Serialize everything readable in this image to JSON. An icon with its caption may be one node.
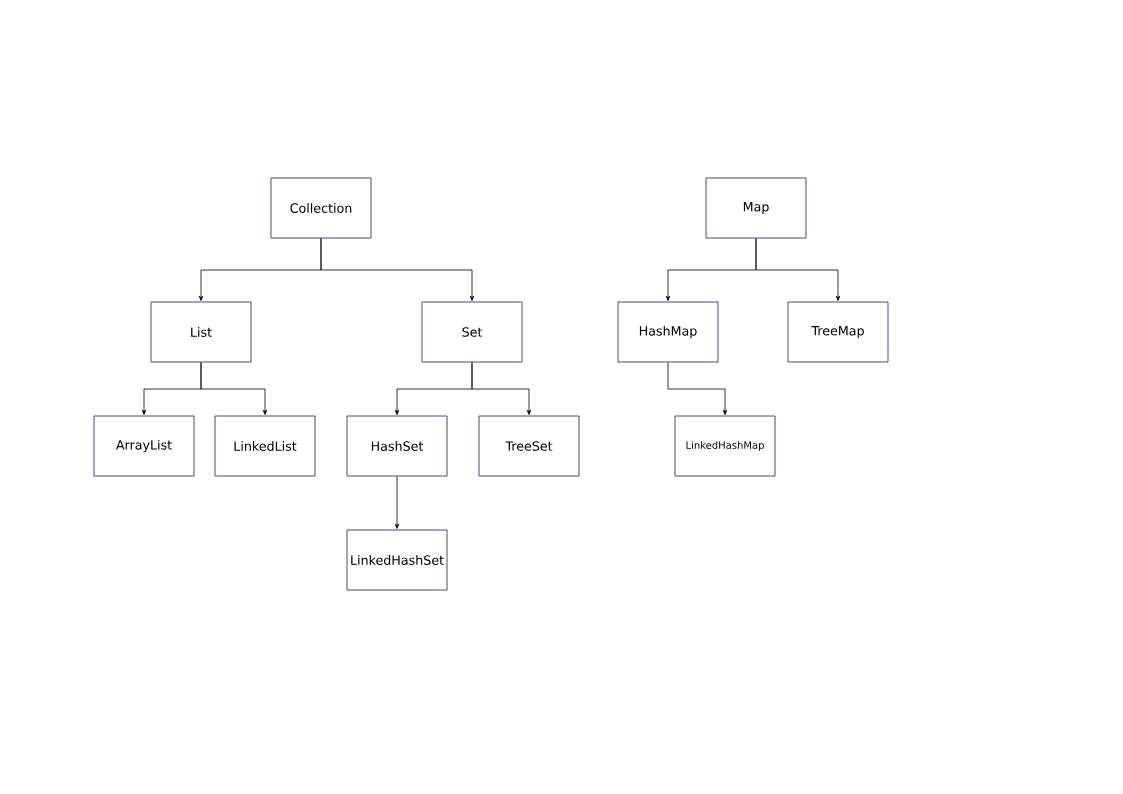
{
  "diagram": {
    "nodes": [
      {
        "text": [
          "Collection"
        ]
      },
      {
        "text": [
          "List"
        ]
      },
      {
        "text": [
          "Set"
        ]
      },
      {
        "text": [
          "ArrayList"
        ]
      },
      {
        "text": [
          "LinkedList"
        ]
      },
      {
        "text": [
          "HashSet"
        ]
      },
      {
        "text": [
          "TreeSet"
        ]
      },
      {
        "text": [
          "LinkedHashSet"
        ]
      },
      {
        "text": [
          "Map"
        ]
      },
      {
        "text": [
          "HashMap"
        ]
      },
      {
        "text": [
          "TreeMap"
        ]
      },
      {
        "text": [
          "LinkedHashMap"
        ]
      }
    ],
    "edges": [
      {
        "from": 0,
        "to": 1,
        "arrow": "to"
      },
      {
        "from": 0,
        "to": 2,
        "arrow": "to"
      },
      {
        "from": 1,
        "to": 3,
        "arrow": "to"
      },
      {
        "from": 1,
        "to": 4,
        "arrow": "to"
      },
      {
        "from": 2,
        "to": 5,
        "arrow": "to"
      },
      {
        "from": 2,
        "to": 6,
        "arrow": "to"
      },
      {
        "from": 5,
        "to": 7,
        "arrow": "to"
      },
      {
        "from": 8,
        "to": 9,
        "arrow": "to"
      },
      {
        "from": 8,
        "to": 10,
        "arrow": "to"
      },
      {
        "from": 9,
        "to": 11,
        "arrow": "to"
      }
    ]
  }
}
